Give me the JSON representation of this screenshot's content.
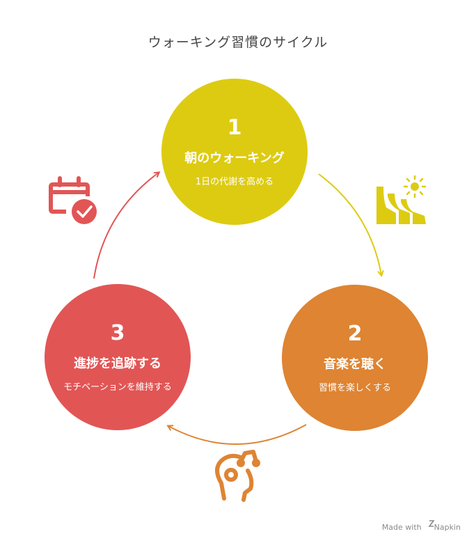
{
  "title": "ウォーキング習慣のサイクル",
  "colors": {
    "step1": "#DDCB12",
    "step2": "#DE8433",
    "step3": "#E25555"
  },
  "steps": [
    {
      "number": "1",
      "heading": "朝のウォーキング",
      "description": "1日の代謝を高める",
      "icon": "sunrise-landscape-icon"
    },
    {
      "number": "2",
      "heading": "音楽を聴く",
      "description": "習慣を楽しくする",
      "icon": "head-with-music-icon"
    },
    {
      "number": "3",
      "heading": "進捗を追跡する",
      "description": "モチベーションを維持する",
      "icon": "calendar-check-icon"
    }
  ],
  "footer": {
    "made_with": "Made with",
    "brand": "Napkin"
  }
}
